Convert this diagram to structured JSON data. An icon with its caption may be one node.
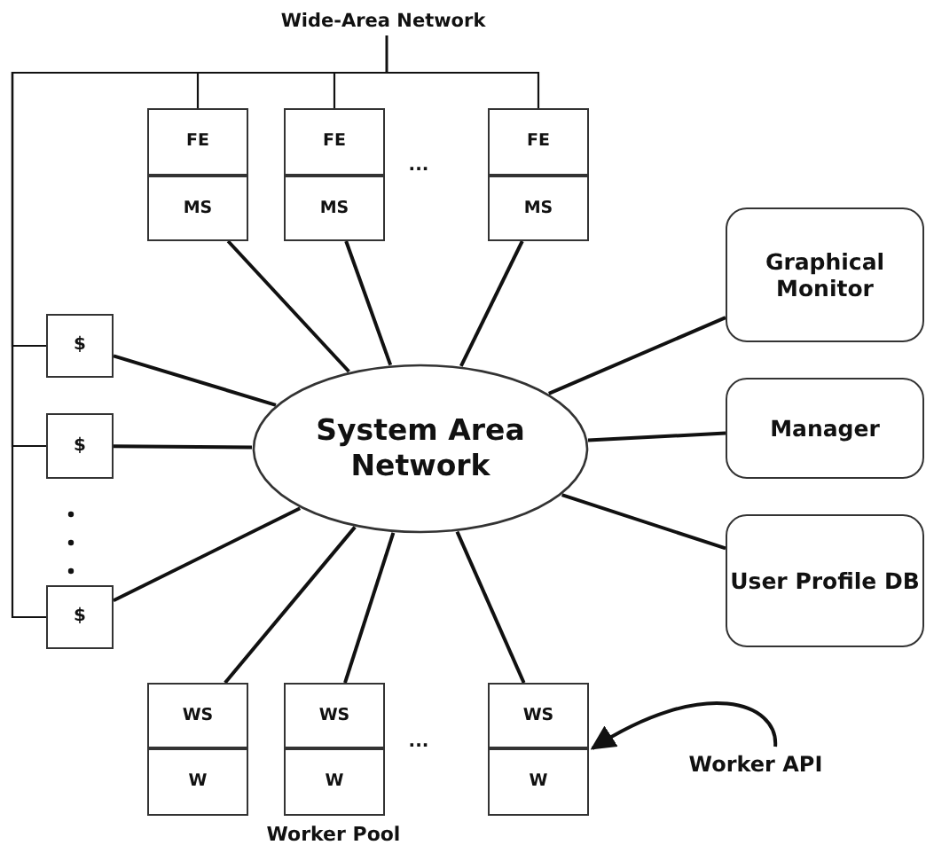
{
  "diagram": {
    "nodes": [
      {
        "text": [
          "Wide-Area Network"
        ]
      },
      {
        "text": [
          "FE"
        ]
      },
      {
        "text": [
          "MS"
        ]
      },
      {
        "text": [
          "FE"
        ]
      },
      {
        "text": [
          "MS"
        ]
      },
      {
        "text": [
          "FE"
        ]
      },
      {
        "text": [
          "MS"
        ]
      },
      {
        "text": [
          "Graphical Monitor"
        ]
      },
      {
        "text": [
          "$"
        ]
      },
      {
        "text": [
          "System Area Network"
        ]
      },
      {
        "text": [
          "Manager"
        ]
      },
      {
        "text": [
          "$"
        ]
      },
      {
        "text": [
          "$"
        ]
      },
      {
        "text": [
          "User Profile DB"
        ]
      },
      {
        "text": [
          "WS"
        ]
      },
      {
        "text": [
          "W"
        ]
      },
      {
        "text": [
          "WS"
        ]
      },
      {
        "text": [
          "W"
        ]
      },
      {
        "text": [
          "WS"
        ]
      },
      {
        "text": [
          "W"
        ]
      },
      {
        "text": [
          "Worker API"
        ]
      }
    ],
    "edges": [
      {
        "from": 0,
        "to": 1,
        "arrow": "none"
      },
      {
        "from": 0,
        "to": 3,
        "arrow": "none"
      },
      {
        "from": 0,
        "to": 5,
        "arrow": "none"
      },
      {
        "from": 0,
        "to": 8,
        "arrow": "none"
      },
      {
        "from": 0,
        "to": 11,
        "arrow": "none"
      },
      {
        "from": 0,
        "to": 12,
        "arrow": "none"
      },
      {
        "from": 2,
        "to": 9,
        "arrow": "none"
      },
      {
        "from": 4,
        "to": 9,
        "arrow": "none"
      },
      {
        "from": 6,
        "to": 9,
        "arrow": "none"
      },
      {
        "from": 8,
        "to": 9,
        "arrow": "none"
      },
      {
        "from": 11,
        "to": 9,
        "arrow": "none"
      },
      {
        "from": 12,
        "to": 9,
        "arrow": "none"
      },
      {
        "from": 9,
        "to": 7,
        "arrow": "none"
      },
      {
        "from": 9,
        "to": 10,
        "arrow": "none"
      },
      {
        "from": 9,
        "to": 13,
        "arrow": "none"
      },
      {
        "from": 14,
        "to": 9,
        "arrow": "none"
      },
      {
        "from": 16,
        "to": 9,
        "arrow": "none"
      },
      {
        "from": 18,
        "to": 9,
        "arrow": "none"
      },
      {
        "from": 20,
        "to": 18,
        "arrow": "to"
      }
    ],
    "labels": [
      "...",
      "...",
      "Worker Pool"
    ]
  }
}
